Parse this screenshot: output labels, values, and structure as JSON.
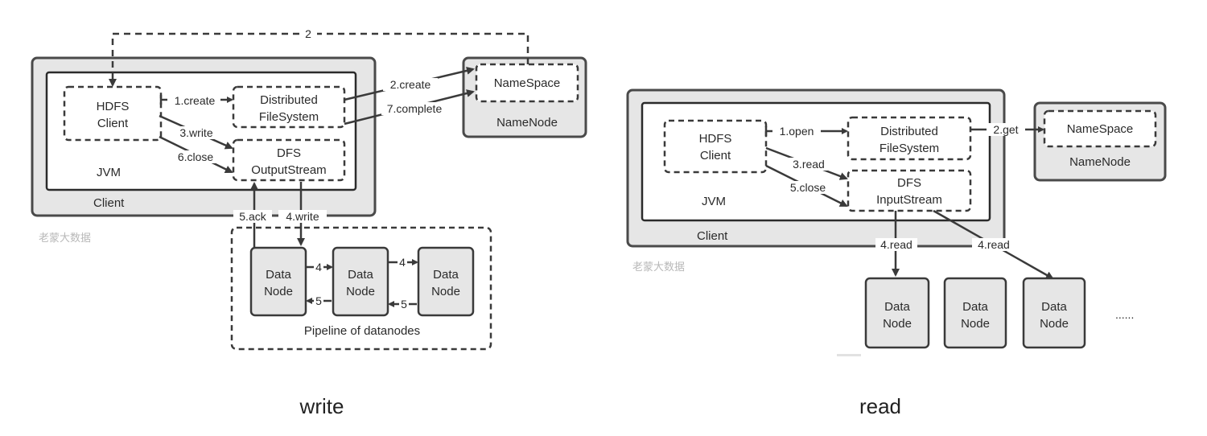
{
  "write": {
    "caption": "write",
    "client_label": "Client",
    "jvm_label": "JVM",
    "hdfs_client": [
      "HDFS",
      "Client"
    ],
    "distributed_fs": [
      "Distributed",
      "FileSystem"
    ],
    "dfs_output_stream": [
      "DFS",
      "OutputStream"
    ],
    "namespace": "NameSpace",
    "namenode": "NameNode",
    "edges": {
      "step2": "2",
      "create": "1.create",
      "write": "3.write",
      "close": "6.close",
      "nn_create": "2.create",
      "complete": "7.complete",
      "ack": "5.ack",
      "pipeline_write": "4.write",
      "fwd1": "4",
      "fwd2": "4",
      "back1": "5",
      "back2": "5"
    },
    "datanodes": [
      [
        "Data",
        "Node"
      ],
      [
        "Data",
        "Node"
      ],
      [
        "Data",
        "Node"
      ]
    ],
    "pipeline_label": "Pipeline of datanodes",
    "watermark": "老蒙大数据"
  },
  "read": {
    "caption": "read",
    "client_label": "Client",
    "jvm_label": "JVM",
    "hdfs_client": [
      "HDFS",
      "Client"
    ],
    "distributed_fs": [
      "Distributed",
      "FileSystem"
    ],
    "dfs_input_stream": [
      "DFS",
      "InputStream"
    ],
    "namespace": "NameSpace",
    "namenode": "NameNode",
    "edges": {
      "open": "1.open",
      "get": "2.get",
      "read": "3.read",
      "close": "5.close",
      "read_a": "4.read",
      "read_b": "4.read"
    },
    "datanodes": [
      [
        "Data",
        "Node"
      ],
      [
        "Data",
        "Node"
      ],
      [
        "Data",
        "Node"
      ]
    ],
    "ellipsis": "......",
    "watermark": "老蒙大数据"
  }
}
